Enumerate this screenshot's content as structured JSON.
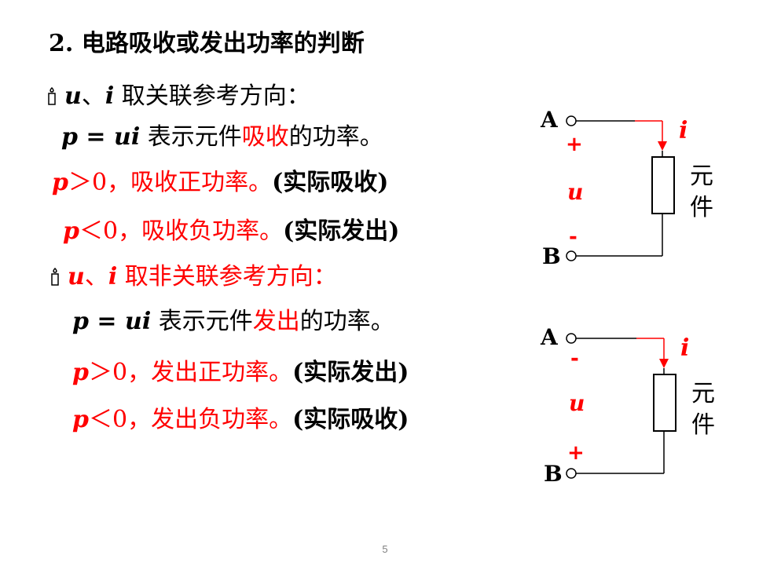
{
  "heading": {
    "num": "2.",
    "text": " 电路吸收或发出功率的判断"
  },
  "case1": {
    "u": "u",
    "sep": "、",
    "i": "i",
    "rest": " 取关联参考方向：",
    "formula": {
      "lhs": "p = ui",
      "pre": " 表示元件",
      "hl": "吸收",
      "post": "的功率。"
    },
    "pos": {
      "p": "p",
      "cond": "＞0，吸收正功率。",
      "note": "(实际吸收)"
    },
    "neg": {
      "p": "p",
      "cond": "＜0，吸收负功率。",
      "note": "(实际发出)"
    }
  },
  "case2": {
    "u": "u",
    "sep": "、",
    "i": "i",
    "rest": " 取非关联参考方向：",
    "formula": {
      "lhs": "p = ui",
      "pre": " 表示元件",
      "hl": "发出",
      "post": "的功率。"
    },
    "pos": {
      "p": "p",
      "cond": "＞0，发出正功率。",
      "note": "(实际发出)"
    },
    "neg": {
      "p": "p",
      "cond": "＜0，发出负功率。",
      "note": "(实际吸收)"
    }
  },
  "diagram1": {
    "A": "A",
    "B": "B",
    "i": "i",
    "top_sign": "+",
    "u": "u",
    "bottom_sign": "-",
    "element_1": "元",
    "element_2": "件"
  },
  "diagram2": {
    "A": "A",
    "B": "B",
    "i": "i",
    "top_sign": "-",
    "u": "u",
    "bottom_sign": "+",
    "element_1": "元",
    "element_2": "件"
  },
  "page_number": "5",
  "colors": {
    "accent": "#ff0000",
    "text": "#000000",
    "page_number": "#808080"
  }
}
